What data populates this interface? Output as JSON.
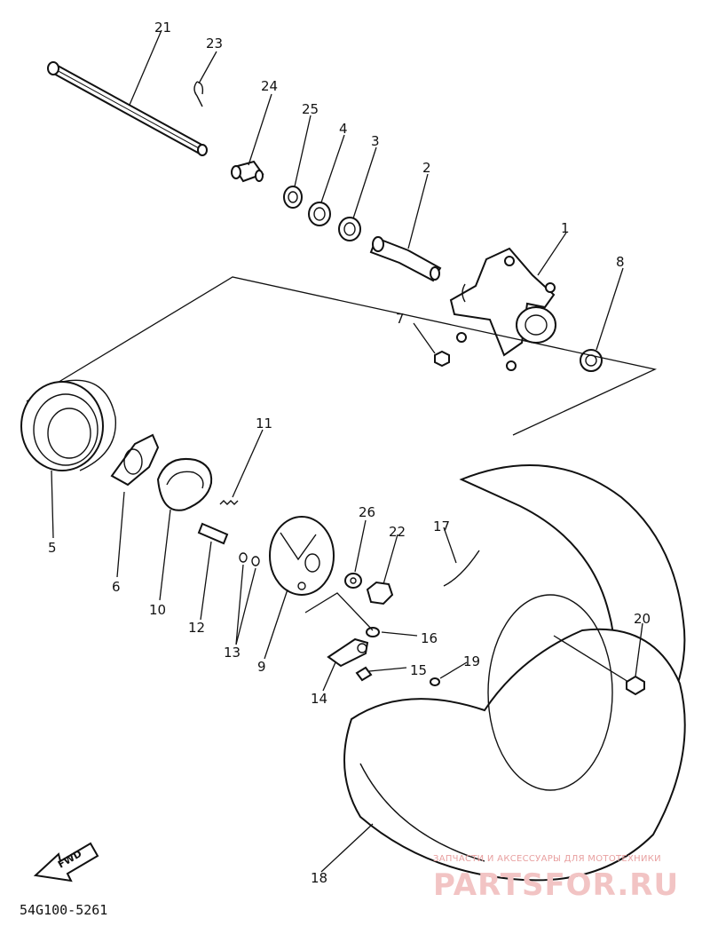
{
  "parts": [
    {
      "id": "p1",
      "number": "1"
    },
    {
      "id": "p2",
      "number": "2"
    },
    {
      "id": "p3",
      "number": "3"
    },
    {
      "id": "p4",
      "number": "4"
    },
    {
      "id": "p5",
      "number": "5"
    },
    {
      "id": "p6",
      "number": "6"
    },
    {
      "id": "p7",
      "number": "7"
    },
    {
      "id": "p8",
      "number": "8"
    },
    {
      "id": "p9",
      "number": "9"
    },
    {
      "id": "p10",
      "number": "10"
    },
    {
      "id": "p11",
      "number": "11"
    },
    {
      "id": "p12",
      "number": "12"
    },
    {
      "id": "p13",
      "number": "13"
    },
    {
      "id": "p14",
      "number": "14"
    },
    {
      "id": "p15",
      "number": "15"
    },
    {
      "id": "p16",
      "number": "16"
    },
    {
      "id": "p17",
      "number": "17"
    },
    {
      "id": "p18",
      "number": "18"
    },
    {
      "id": "p19",
      "number": "19"
    },
    {
      "id": "p20",
      "number": "20"
    },
    {
      "id": "p21",
      "number": "21"
    },
    {
      "id": "p22",
      "number": "22"
    },
    {
      "id": "p23",
      "number": "23"
    },
    {
      "id": "p24",
      "number": "24"
    },
    {
      "id": "p25",
      "number": "25"
    },
    {
      "id": "p26",
      "number": "26"
    }
  ],
  "fwd_label": "FWD",
  "diagram_code": "54G100-5261",
  "watermark": {
    "tagline": "ЗАПЧАСТИ И АКСЕССУАРЫ ДЛЯ МОТОТЕХНИКИ",
    "brand": "PARTSFOR.RU",
    "color": "#e05050"
  }
}
